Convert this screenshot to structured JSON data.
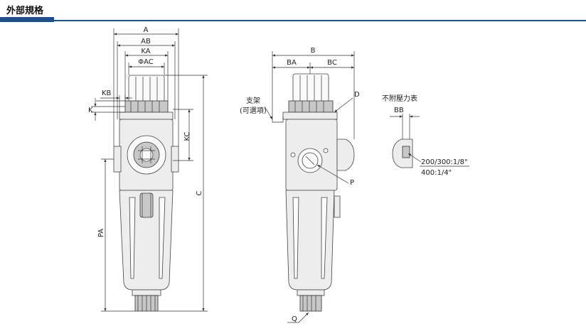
{
  "header": {
    "title": "外部規格",
    "accent_color": "#1f4e8c"
  },
  "front_view": {
    "labels": {
      "A": "A",
      "AB": "AB",
      "KA": "KA",
      "AC": "ΦAC",
      "KB": "KB",
      "K": "K",
      "KC": "KC",
      "C": "C",
      "PA": "PA"
    }
  },
  "side_view": {
    "labels": {
      "B": "B",
      "BA": "BA",
      "BC": "BC",
      "D": "D",
      "P": "P",
      "Q": "Q",
      "bracket": "支架",
      "bracket_note": "(可選項)"
    }
  },
  "gauge_view": {
    "labels": {
      "title": "不附壓力表",
      "BB": "BB",
      "spec_1": "200/300:1/8\"",
      "spec_2": "400:1/4\""
    }
  }
}
